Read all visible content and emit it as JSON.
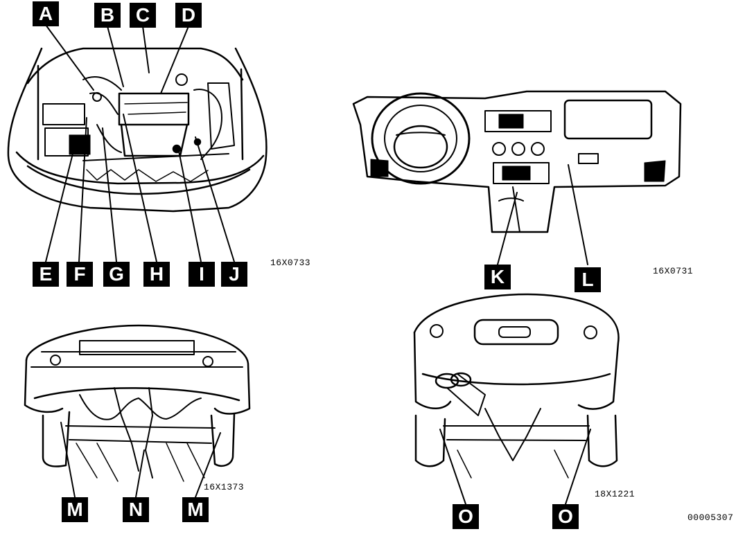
{
  "callouts": {
    "A": "A",
    "B": "B",
    "C": "C",
    "D": "D",
    "E": "E",
    "F": "F",
    "G": "G",
    "H": "H",
    "I": "I",
    "J": "J",
    "K": "K",
    "L": "L",
    "M1": "M",
    "N": "N",
    "M2": "M",
    "O1": "O",
    "O2": "O"
  },
  "figure_codes": {
    "engine": "16X0733",
    "dashboard": "16X0731",
    "front_under": "16X1373",
    "rear_under": "18X1221",
    "sheet": "00005307"
  }
}
